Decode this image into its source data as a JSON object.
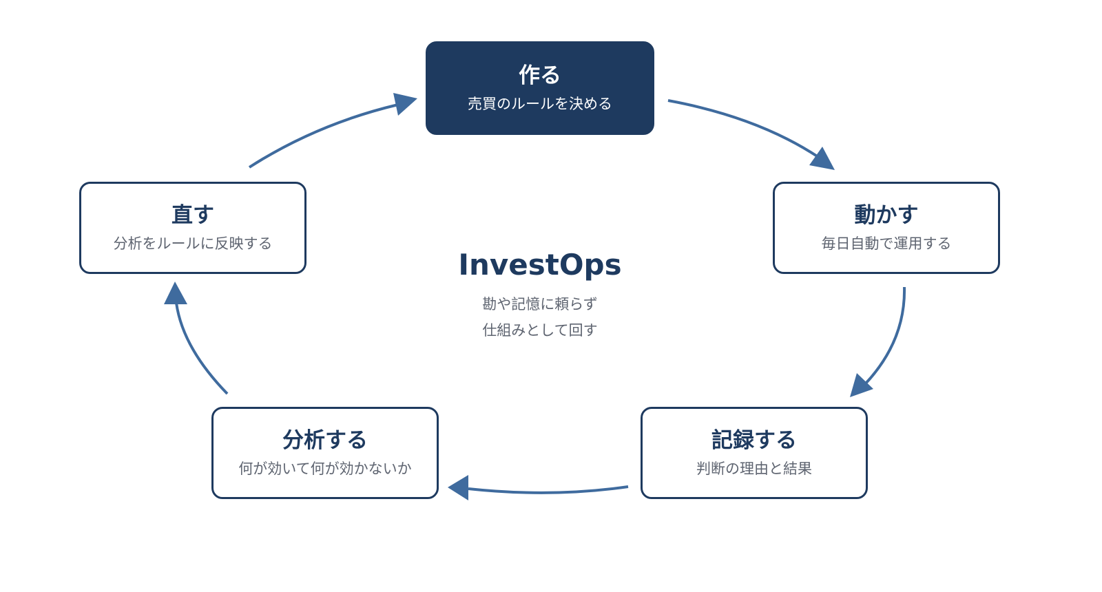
{
  "colors": {
    "primary": "#1e3a5f",
    "arrow": "#3f6b9e",
    "muted_text": "#5e6470",
    "background": "#ffffff"
  },
  "cycle": [
    {
      "id": "make",
      "title": "作る",
      "description": "売買のルールを決める",
      "highlighted": true
    },
    {
      "id": "run",
      "title": "動かす",
      "description": "毎日自動で運用する",
      "highlighted": false
    },
    {
      "id": "record",
      "title": "記録する",
      "description": "判断の理由と結果",
      "highlighted": false
    },
    {
      "id": "analyze",
      "title": "分析する",
      "description": "何が効いて何が効かないか",
      "highlighted": false
    },
    {
      "id": "fix",
      "title": "直す",
      "description": "分析をルールに反映する",
      "highlighted": false
    }
  ],
  "center": {
    "brand": "InvestOps",
    "tagline_line1": "勘や記憶に頼らず",
    "tagline_line2": "仕組みとして回す"
  }
}
